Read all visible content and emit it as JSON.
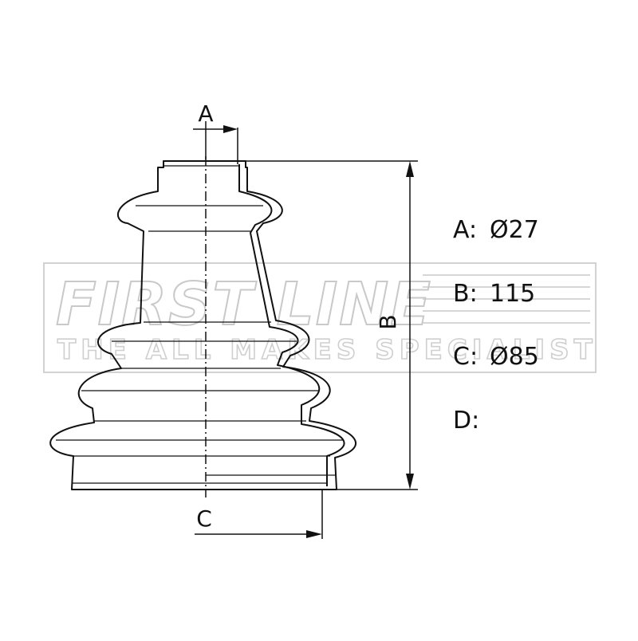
{
  "watermark": {
    "brand": "FIRST LINE",
    "tagline": "THE ALL MAKES SPECIALIST"
  },
  "dimension_labels": {
    "a": "A",
    "b": "B",
    "c": "C"
  },
  "specs": [
    {
      "label": "A:",
      "value": "Ø27"
    },
    {
      "label": "B:",
      "value": "115"
    },
    {
      "label": "C:",
      "value": "Ø85"
    },
    {
      "label": "D:",
      "value": ""
    }
  ],
  "colors": {
    "line": "#111111",
    "watermark": "#c9c9c9"
  }
}
